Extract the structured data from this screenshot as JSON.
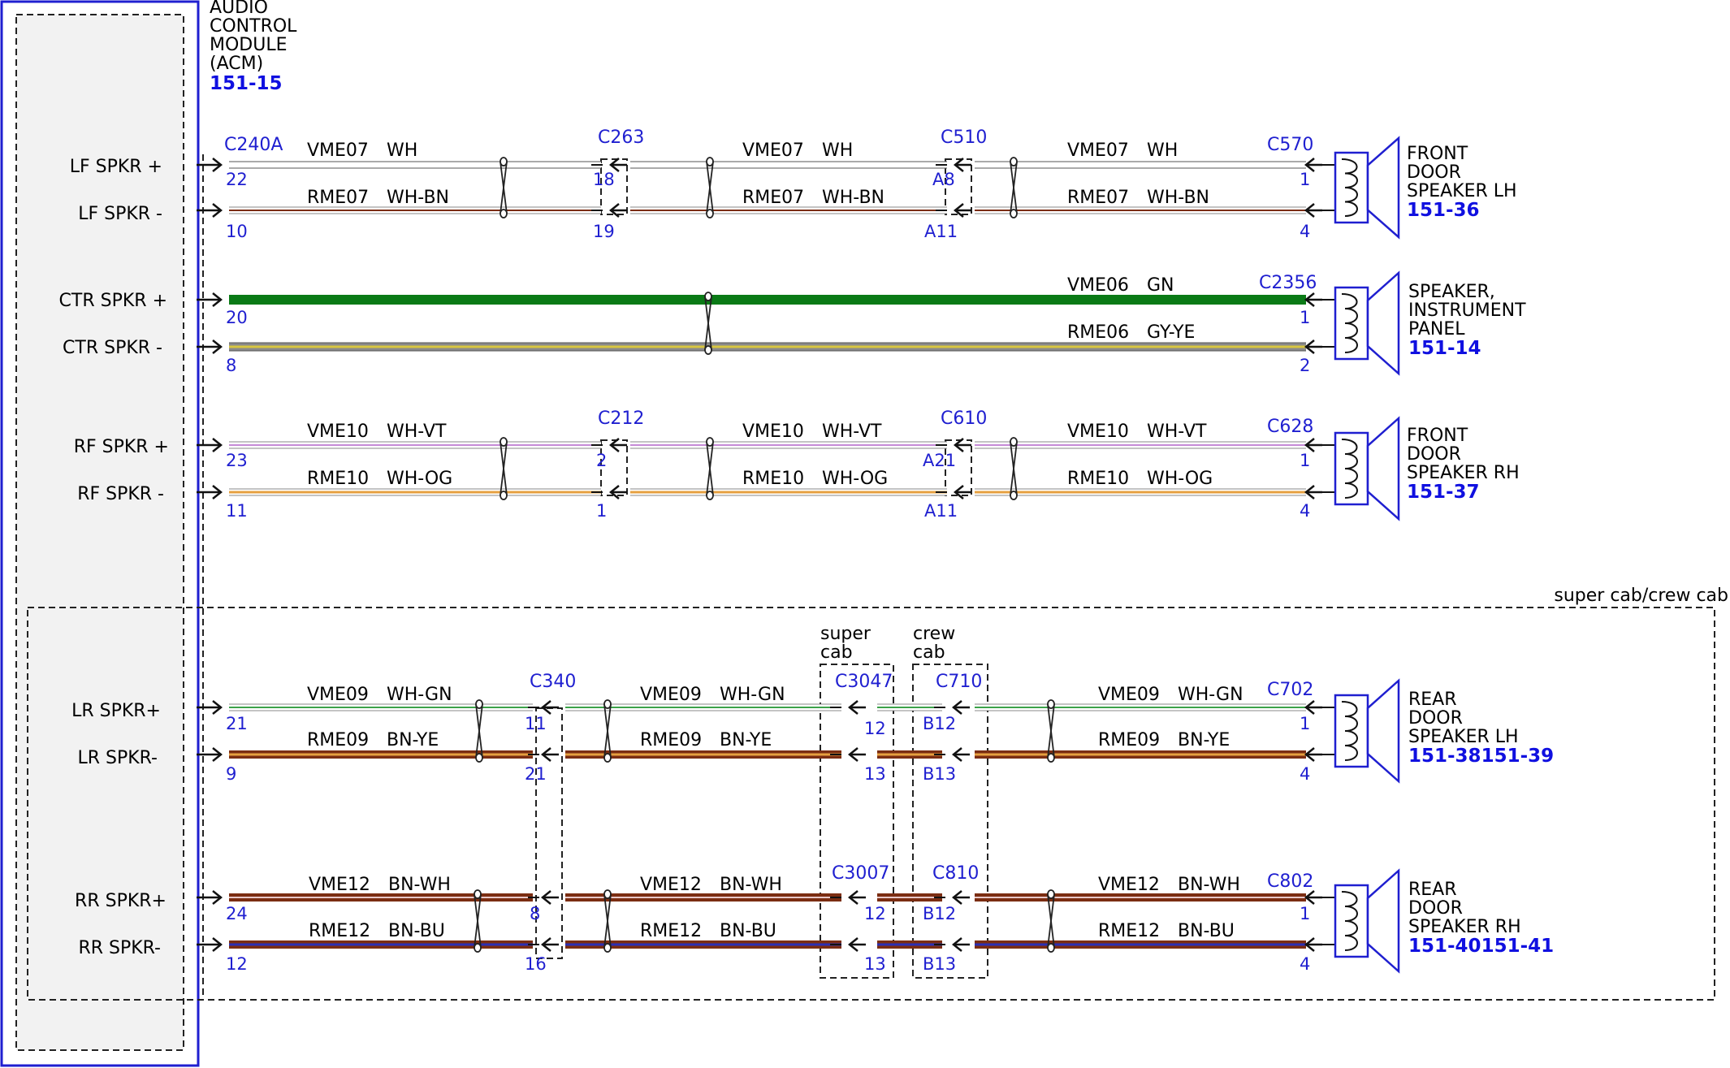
{
  "module": {
    "title_lines": [
      "AUDIO",
      "CONTROL",
      "MODULE",
      "(ACM)"
    ],
    "ref": "151-15",
    "pins": [
      {
        "label": "LF SPKR +"
      },
      {
        "label": "LF SPKR -"
      },
      {
        "label": "CTR SPKR +"
      },
      {
        "label": "CTR SPKR -"
      },
      {
        "label": "RF SPKR +"
      },
      {
        "label": "RF SPKR -"
      },
      {
        "label": "LR SPKR+"
      },
      {
        "label": "LR SPKR-"
      },
      {
        "label": "RR SPKR+"
      },
      {
        "label": "RR SPKR-"
      }
    ]
  },
  "region_label": "super cab/crew cab",
  "sub_labels": {
    "super_cab": [
      "super",
      "cab"
    ],
    "crew_cab": [
      "crew",
      "cab"
    ]
  },
  "connectors": [
    "C240A",
    "C263",
    "C510",
    "C570",
    "C2356",
    "C212",
    "C610",
    "C628",
    "C340",
    "C3047",
    "C710",
    "C702",
    "C3007",
    "C810",
    "C802"
  ],
  "wires": [
    {
      "circuit": "VME07",
      "color": "WH"
    },
    {
      "circuit": "RME07",
      "color": "WH-BN"
    },
    {
      "circuit": "VME06",
      "color": "GN"
    },
    {
      "circuit": "RME06",
      "color": "GY-YE"
    },
    {
      "circuit": "VME10",
      "color": "WH-VT"
    },
    {
      "circuit": "RME10",
      "color": "WH-OG"
    },
    {
      "circuit": "VME09",
      "color": "WH-GN"
    },
    {
      "circuit": "RME09",
      "color": "BN-YE"
    },
    {
      "circuit": "VME12",
      "color": "BN-WH"
    },
    {
      "circuit": "RME12",
      "color": "BN-BU"
    }
  ],
  "pin_numbers": {
    "row1": [
      "22",
      "18",
      "A8",
      "1"
    ],
    "row2": [
      "10",
      "19",
      "A11",
      "4"
    ],
    "row3": [
      "20",
      "1"
    ],
    "row4": [
      "8",
      "2"
    ],
    "row5": [
      "23",
      "2",
      "A21",
      "1"
    ],
    "row6": [
      "11",
      "1",
      "A11",
      "4"
    ],
    "row7": [
      "21",
      "11",
      "12",
      "B12",
      "1"
    ],
    "row8": [
      "9",
      "21",
      "13",
      "B13",
      "4"
    ],
    "row9": [
      "24",
      "8",
      "12",
      "B12",
      "1"
    ],
    "row10": [
      "12",
      "16",
      "13",
      "B13",
      "4"
    ]
  },
  "speakers": [
    {
      "lines": [
        "FRONT",
        "DOOR",
        "SPEAKER LH"
      ],
      "ref": "151-36"
    },
    {
      "lines": [
        "SPEAKER,",
        "INSTRUMENT",
        "PANEL"
      ],
      "ref": "151-14"
    },
    {
      "lines": [
        "FRONT",
        "DOOR",
        "SPEAKER RH"
      ],
      "ref": "151-37"
    },
    {
      "lines": [
        "REAR",
        "DOOR",
        "SPEAKER LH"
      ],
      "ref": "151-38151-39"
    },
    {
      "lines": [
        "REAR",
        "DOOR",
        "SPEAKER RH"
      ],
      "ref": "151-40151-41"
    }
  ],
  "colors": {
    "blue": "#1f1fd0",
    "green": "#0a7a16",
    "brown": "#7b2d12",
    "wire_white": "#c8c8c8",
    "violet": "#c58ad6",
    "orange": "#e6a040",
    "yellow": "#d8c640",
    "navy": "#2b2fb5"
  }
}
